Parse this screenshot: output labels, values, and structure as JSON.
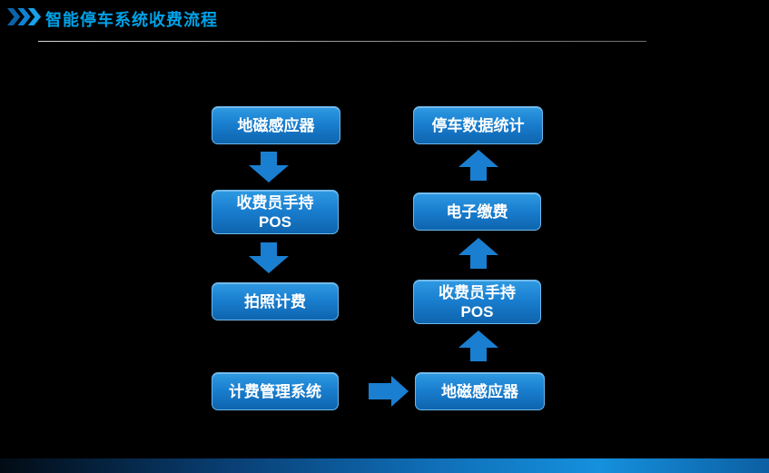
{
  "header": {
    "title": "智能停车系统收费流程",
    "accent_color": "#00a2e8",
    "chevrons_icon": "triple-chevron-right-icon"
  },
  "flowchart": {
    "box_color": "#1a7fd0",
    "arrow_color": "#1a7fd0",
    "left_column": [
      {
        "lines": [
          "地磁感应器"
        ]
      },
      {
        "lines": [
          "收费员手持",
          "POS"
        ]
      },
      {
        "lines": [
          "拍照计费"
        ]
      },
      {
        "lines": [
          "计费管理系统"
        ]
      }
    ],
    "right_column": [
      {
        "lines": [
          "停车数据统计"
        ]
      },
      {
        "lines": [
          "电子缴费"
        ]
      },
      {
        "lines": [
          "收费员手持",
          "POS"
        ]
      },
      {
        "lines": [
          "地磁感应器"
        ]
      }
    ],
    "arrows": [
      {
        "name": "arrow-down",
        "from": "地磁感应器",
        "to": "收费员手持POS"
      },
      {
        "name": "arrow-down",
        "from": "收费员手持POS",
        "to": "拍照计费"
      },
      {
        "name": "arrow-right",
        "from": "计费管理系统",
        "to": "地磁感应器"
      },
      {
        "name": "arrow-up",
        "from": "地磁感应器",
        "to": "收费员手持POS"
      },
      {
        "name": "arrow-up",
        "from": "收费员手持POS",
        "to": "电子缴费"
      },
      {
        "name": "arrow-up",
        "from": "电子缴费",
        "to": "停车数据统计"
      }
    ]
  }
}
